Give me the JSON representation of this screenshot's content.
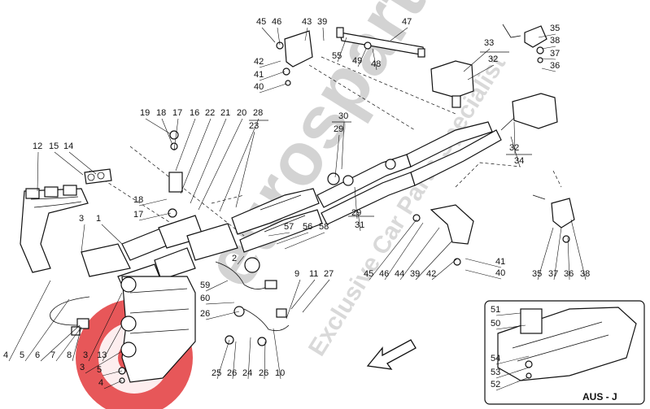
{
  "watermark": {
    "brand": "eurosparts",
    "tagline": "Exclusive Car Parts Specialist",
    "colors": {
      "logo_red": "#e3393c",
      "text_grey": "#d3d3d3"
    }
  },
  "inset": {
    "title": "AUS - J"
  },
  "callouts": [
    "45",
    "46",
    "43",
    "39",
    "47",
    "35",
    "38",
    "37",
    "36",
    "42",
    "41",
    "40",
    "55",
    "49",
    "48",
    "33",
    "32",
    "19",
    "18",
    "17",
    "16",
    "22",
    "21",
    "20",
    "28",
    "23",
    "30",
    "29",
    "32",
    "34",
    "12",
    "15",
    "14",
    "3",
    "1",
    "18",
    "17",
    "57",
    "56",
    "58",
    "2",
    "29",
    "31",
    "45",
    "46",
    "44",
    "39",
    "42",
    "41",
    "40",
    "35",
    "37",
    "36",
    "38",
    "59",
    "60",
    "26",
    "9",
    "11",
    "27",
    "4",
    "5",
    "6",
    "7",
    "8",
    "3",
    "13",
    "3",
    "5",
    "4",
    "25",
    "26",
    "24",
    "26",
    "10",
    "51",
    "50",
    "54",
    "53",
    "52"
  ]
}
